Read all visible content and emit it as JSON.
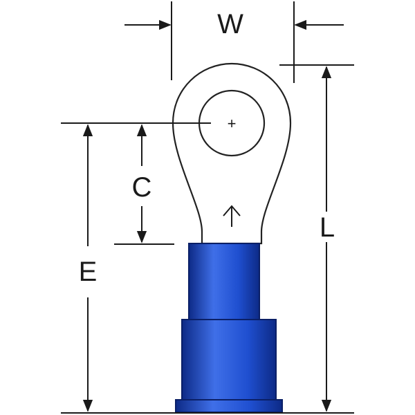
{
  "labels": {
    "w": "W",
    "c": "C",
    "e": "E",
    "l": "L",
    "center_mark": "+"
  },
  "colors": {
    "insulation_fill": "#1f4fd0",
    "insulation_dark": "#0d2a86",
    "insulation_light": "#3f6fe8",
    "line": "#1a1a1a"
  }
}
